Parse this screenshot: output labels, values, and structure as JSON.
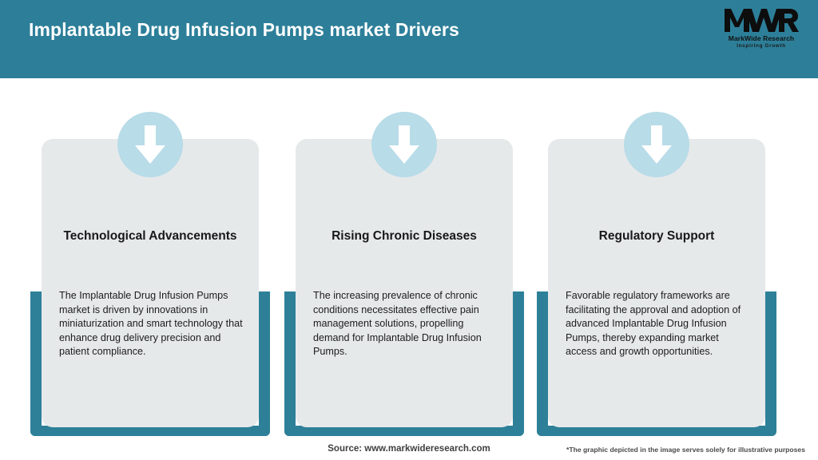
{
  "header": {
    "title": "Implantable Drug Infusion Pumps market Drivers",
    "background_color": "#2d7f99",
    "title_color": "#ffffff"
  },
  "logo": {
    "mark": "MWR",
    "name": "MarkWide Research",
    "tagline": "Inspiring Growth",
    "icon": "mwr-logo-icon"
  },
  "theme": {
    "teal": "#2d7f99",
    "bracket_teal": "#2e8099",
    "card_bg": "#e6e9ea",
    "icon_circle": "#b8dce8",
    "arrow": "#ffffff"
  },
  "cards": [
    {
      "icon": "arrow-down-icon",
      "title": "Technological Advancements",
      "body": "The Implantable Drug Infusion Pumps market is driven by innovations in miniaturization and smart technology that enhance drug delivery precision and patient compliance."
    },
    {
      "icon": "arrow-down-icon",
      "title": "Rising Chronic Diseases",
      "body": "The increasing prevalence of chronic conditions necessitates effective pain management solutions, propelling demand for Implantable Drug Infusion Pumps."
    },
    {
      "icon": "arrow-down-icon",
      "title": "Regulatory Support",
      "body": "Favorable regulatory frameworks are facilitating the approval and adoption of advanced Implantable Drug Infusion Pumps, thereby expanding market access and growth opportunities."
    }
  ],
  "footer": {
    "source": "Source: www.markwideresearch.com",
    "disclaimer": "*The graphic depicted in the image serves solely for illustrative purposes"
  }
}
